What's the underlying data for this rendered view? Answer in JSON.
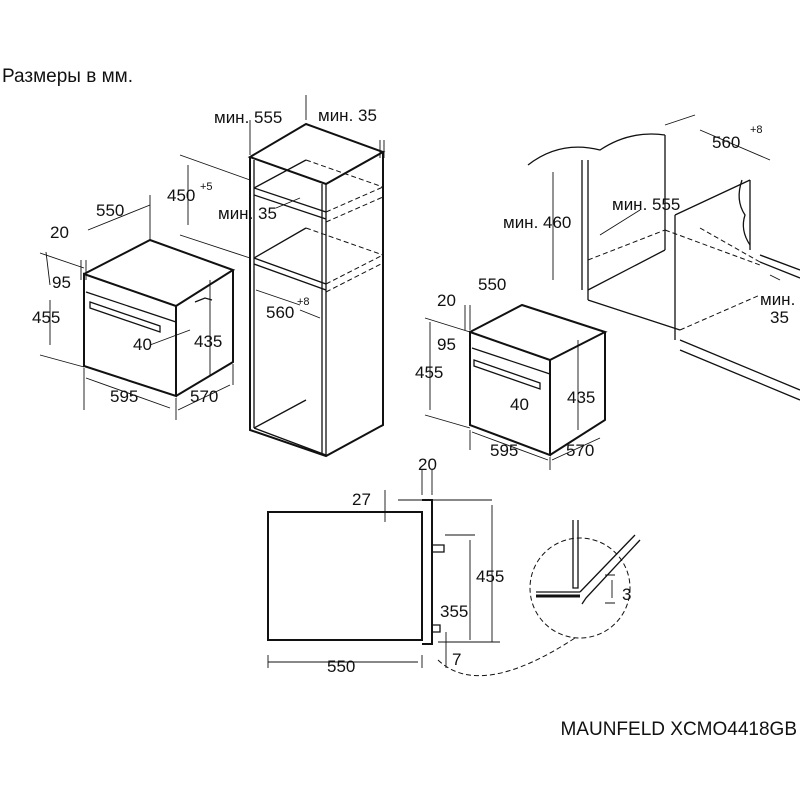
{
  "header": {
    "title": "Размеры в мм."
  },
  "footer": {
    "model": "MAUNFELD XCMO4418GB"
  },
  "tall_cabinet_view": {
    "oven": {
      "depth": "550",
      "front_panel": "20",
      "control_panel": "95",
      "height": "455",
      "door_gap": "40",
      "body_height": "435",
      "width": "595",
      "body_depth": "570"
    },
    "cabinet": {
      "min_depth": "мин. 555",
      "min_back_gap": "мин. 35",
      "niche_height": "450",
      "niche_height_tol": "+5",
      "min_vent": "мин. 35",
      "niche_width": "560",
      "niche_width_tol": "+8"
    }
  },
  "under_counter_view": {
    "niche": {
      "min_height": "мин. 460",
      "min_depth": "мин. 555",
      "width": "560",
      "width_tol": "+8",
      "min_back_gap": "мин.",
      "min_back_gap_value": "35"
    },
    "oven": {
      "depth": "550",
      "front_panel": "20",
      "control_panel": "95",
      "height": "455",
      "door_gap": "40",
      "body_height": "435",
      "width": "595",
      "body_depth": "570"
    }
  },
  "side_view": {
    "front_panel": "20",
    "top_offset": "27",
    "height": "455",
    "door_height": "355",
    "bottom_offset": "7",
    "depth": "550",
    "detail_gap": "3"
  }
}
